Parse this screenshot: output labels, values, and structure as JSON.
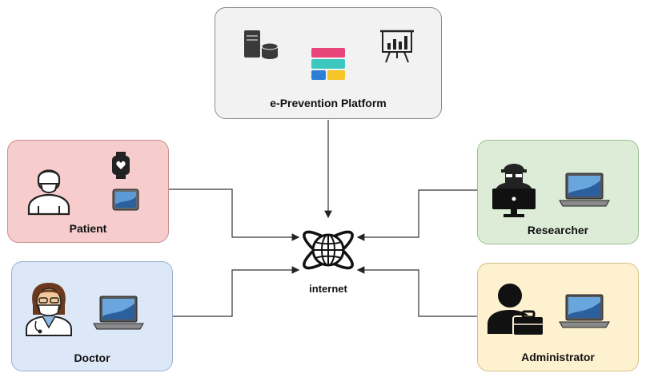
{
  "nodes": {
    "platform": {
      "label": "e-Prevention Platform"
    },
    "patient": {
      "label": "Patient"
    },
    "doctor": {
      "label": "Doctor"
    },
    "researcher": {
      "label": "Researcher"
    },
    "administrator": {
      "label": "Administrator"
    },
    "internet": {
      "label": "internet"
    }
  },
  "icons": [
    "server-database-icon",
    "dashboard-tiles-icon",
    "presentation-chart-icon",
    "patient-person-icon",
    "smartwatch-icon",
    "tablet-icon",
    "doctor-icon",
    "laptop-icon",
    "researcher-computer-icon",
    "administrator-briefcase-icon",
    "globe-internet-icon"
  ],
  "colors": {
    "patient_bg": "#f6cccc",
    "doctor_bg": "#dce8f7",
    "researcher_bg": "#dcecd6",
    "administrator_bg": "#fdf1cf",
    "platform_bg": "#f2f2f2",
    "tile_pink": "#e8457a",
    "tile_teal": "#3cc8c0",
    "tile_blue": "#2e7fd6",
    "tile_yellow": "#f6c528"
  }
}
